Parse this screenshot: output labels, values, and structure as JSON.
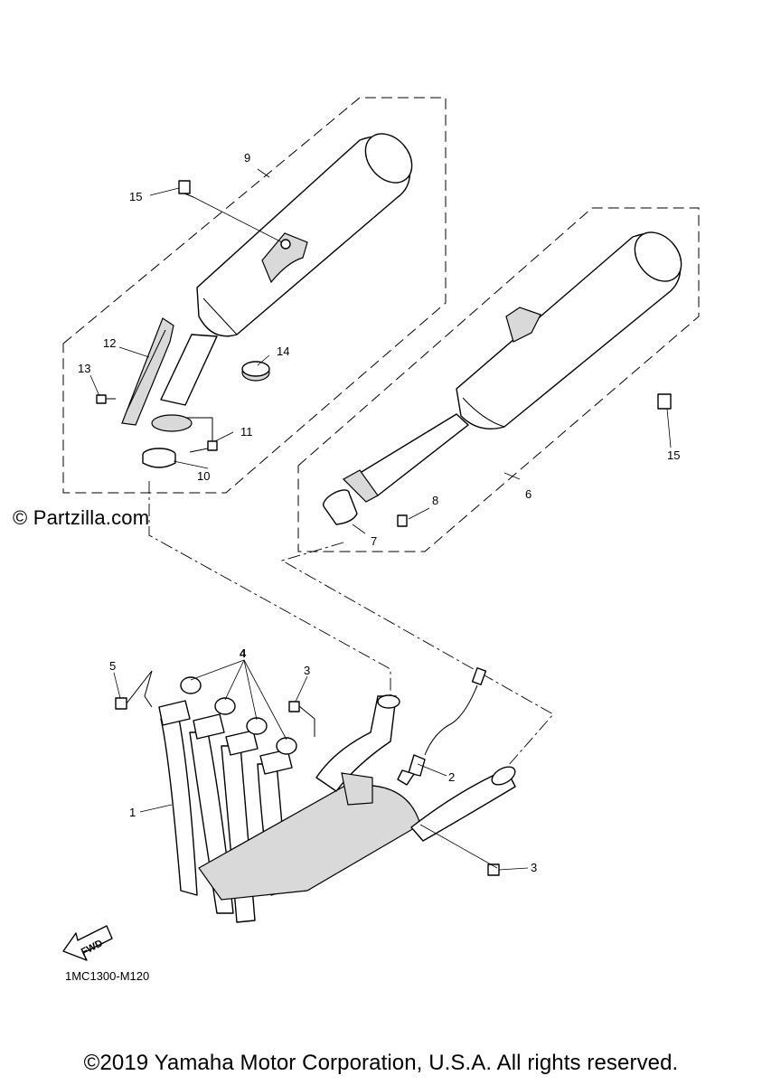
{
  "watermark": "© Partzilla.com",
  "diagram_code": "1MC1300-M120",
  "copyright": "©2019 Yamaha Motor Corporation, U.S.A. All rights reserved.",
  "fwd_label": "FWD",
  "callouts": {
    "c1": "1",
    "c2": "2",
    "c3a": "3",
    "c3b": "3",
    "c4": "4",
    "c5": "5",
    "c6": "6",
    "c7": "7",
    "c8": "8",
    "c9": "9",
    "c10": "10",
    "c11": "11",
    "c12": "12",
    "c13": "13",
    "c14": "14",
    "c15a": "15",
    "c15b": "15"
  }
}
